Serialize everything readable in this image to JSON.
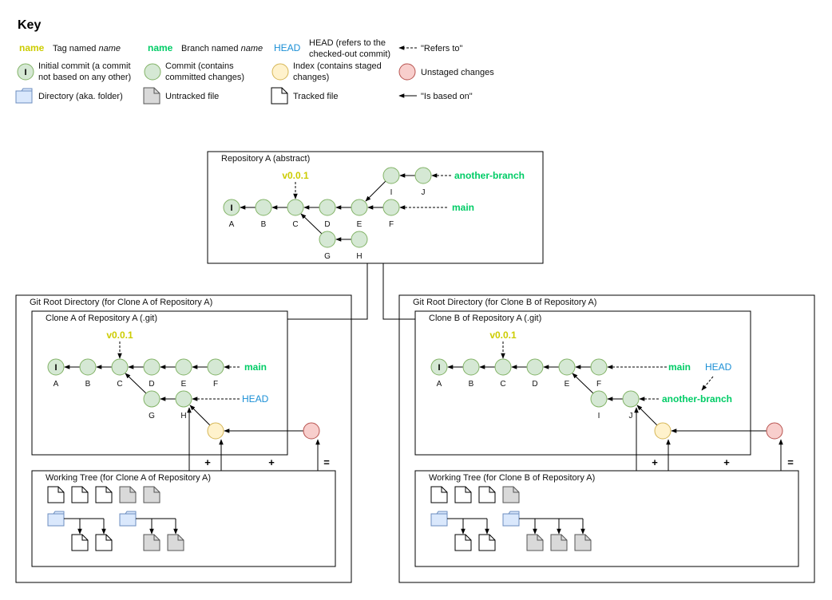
{
  "key": {
    "title": "Key",
    "tag_sample": "name",
    "tag_text": "Tag named ",
    "tag_text_italic": "name",
    "branch_sample": "name",
    "branch_text": "Branch named ",
    "branch_text_italic": "name",
    "head_sample": "HEAD",
    "head_text_1": "HEAD (refers to the",
    "head_text_2": "checked-out commit)",
    "refers_to": "\"Refers to\"",
    "initial_commit_letter": "I",
    "initial_commit_1": "Initial commit (a commit",
    "initial_commit_2": "not based on any other)",
    "commit_1": "Commit (contains",
    "commit_2": "committed changes)",
    "index_1": "Index (contains staged",
    "index_2": "changes)",
    "unstaged": "Unstaged changes",
    "directory": "Directory (aka. folder)",
    "untracked": "Untracked file",
    "tracked": "Tracked file",
    "based_on": "\"Is based on\""
  },
  "colors": {
    "tag": "#cccc00",
    "branch": "#00cc66",
    "head": "#1a8fd6",
    "commit_fill": "#d5e8d4",
    "commit_stroke": "#82b366",
    "index_fill": "#fff2cc",
    "index_stroke": "#d6b656",
    "unstaged_fill": "#f8cecc",
    "unstaged_stroke": "#b85450",
    "folder_fill": "#dae8fc",
    "folder_stroke": "#6c8ebf",
    "untracked_fill": "#d9d9d9"
  },
  "repo_a": {
    "title": "Repository A (abstract)",
    "tag": "v0.0.1",
    "branch_main": "main",
    "branch_other": "another-branch",
    "commit_labels": [
      "A",
      "B",
      "C",
      "D",
      "E",
      "F",
      "G",
      "H",
      "I",
      "J"
    ],
    "initial_letter": "I"
  },
  "clone_a": {
    "root_title": "Git Root Directory (for Clone A of Repository A)",
    "git_title": "Clone A of Repository A (.git)",
    "tag": "v0.0.1",
    "branch_main": "main",
    "head": "HEAD",
    "commit_labels": [
      "A",
      "B",
      "C",
      "D",
      "E",
      "F",
      "G",
      "H"
    ],
    "initial_letter": "I",
    "plus_1": "+",
    "plus_2": "+",
    "equals": "=",
    "working_tree_title": "Working Tree (for Clone A of Repository A)"
  },
  "clone_b": {
    "root_title": "Git Root Directory (for Clone B of Repository A)",
    "git_title": "Clone B of Repository A (.git)",
    "tag": "v0.0.1",
    "branch_main": "main",
    "head": "HEAD",
    "branch_other": "another-branch",
    "commit_labels": [
      "A",
      "B",
      "C",
      "D",
      "E",
      "F",
      "I",
      "J"
    ],
    "initial_letter": "I",
    "plus_1": "+",
    "plus_2": "+",
    "equals": "=",
    "working_tree_title": "Working Tree (for Clone B of Repository A)"
  }
}
